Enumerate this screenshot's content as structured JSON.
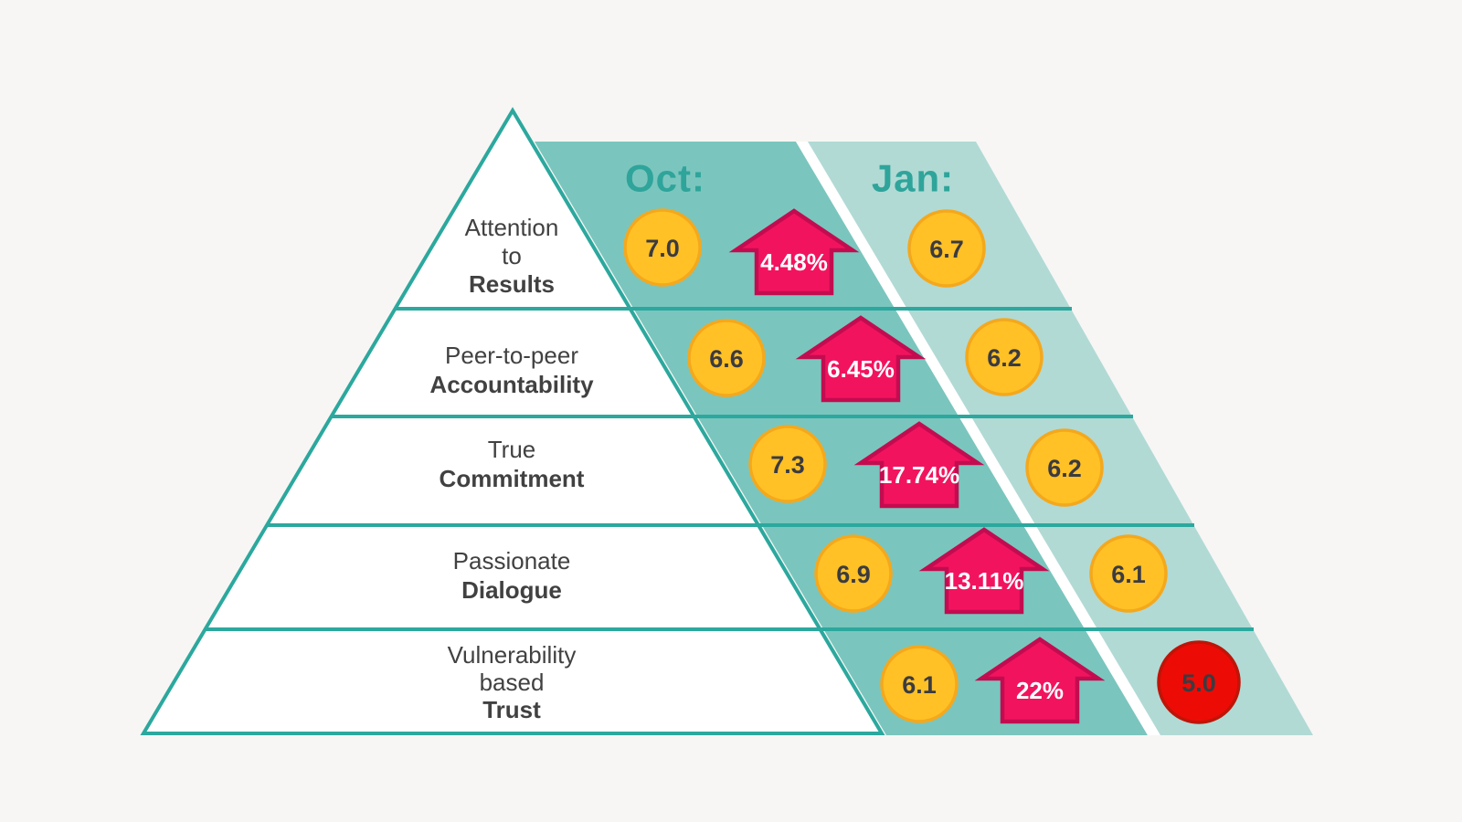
{
  "colors": {
    "background": "#f7f6f4",
    "teal_border": "#2ca89e",
    "oct_band": "#7ac6be",
    "jan_band": "#b1dad5",
    "separator_white": "#ffffff",
    "header_text": "#2fa49a",
    "label_text": "#414141",
    "value_text": "#3b3b41",
    "circle_fill": "#ffc125",
    "circle_border": "#f4a81d",
    "alert_fill": "#ed0b06",
    "alert_border": "#be1508",
    "arrow_fill": "#f2135e",
    "arrow_border": "#c30c50"
  },
  "columns": {
    "oct": "Oct:",
    "jan": "Jan:"
  },
  "rows": [
    {
      "label_lines": [
        "Attention",
        "to",
        "Results"
      ],
      "oct": "7.0",
      "change": "4.48%",
      "jan": "6.7",
      "jan_alert": false
    },
    {
      "label_lines": [
        "Peer-to-peer",
        "Accountability"
      ],
      "oct": "6.6",
      "change": "6.45%",
      "jan": "6.2",
      "jan_alert": false
    },
    {
      "label_lines": [
        "True",
        "Commitment"
      ],
      "oct": "7.3",
      "change": "17.74%",
      "jan": "6.2",
      "jan_alert": false
    },
    {
      "label_lines": [
        "Passionate",
        "Dialogue"
      ],
      "oct": "6.9",
      "change": "13.11%",
      "jan": "6.1",
      "jan_alert": false
    },
    {
      "label_lines": [
        "Vulnerability",
        "based",
        "Trust"
      ],
      "oct": "6.1",
      "change": "22%",
      "jan": "5.0",
      "jan_alert": true
    }
  ],
  "chart_data": {
    "type": "table",
    "categories": [
      "Attention to Results",
      "Peer-to-peer Accountability",
      "True Commitment",
      "Passionate Dialogue",
      "Vulnerability based Trust"
    ],
    "series": [
      {
        "name": "Oct",
        "values": [
          7.0,
          6.6,
          7.3,
          6.9,
          6.1
        ]
      },
      {
        "name": "Jan",
        "values": [
          6.7,
          6.2,
          6.2,
          6.1,
          5.0
        ]
      }
    ],
    "change_percent": [
      4.48,
      6.45,
      17.74,
      13.11,
      22
    ]
  }
}
